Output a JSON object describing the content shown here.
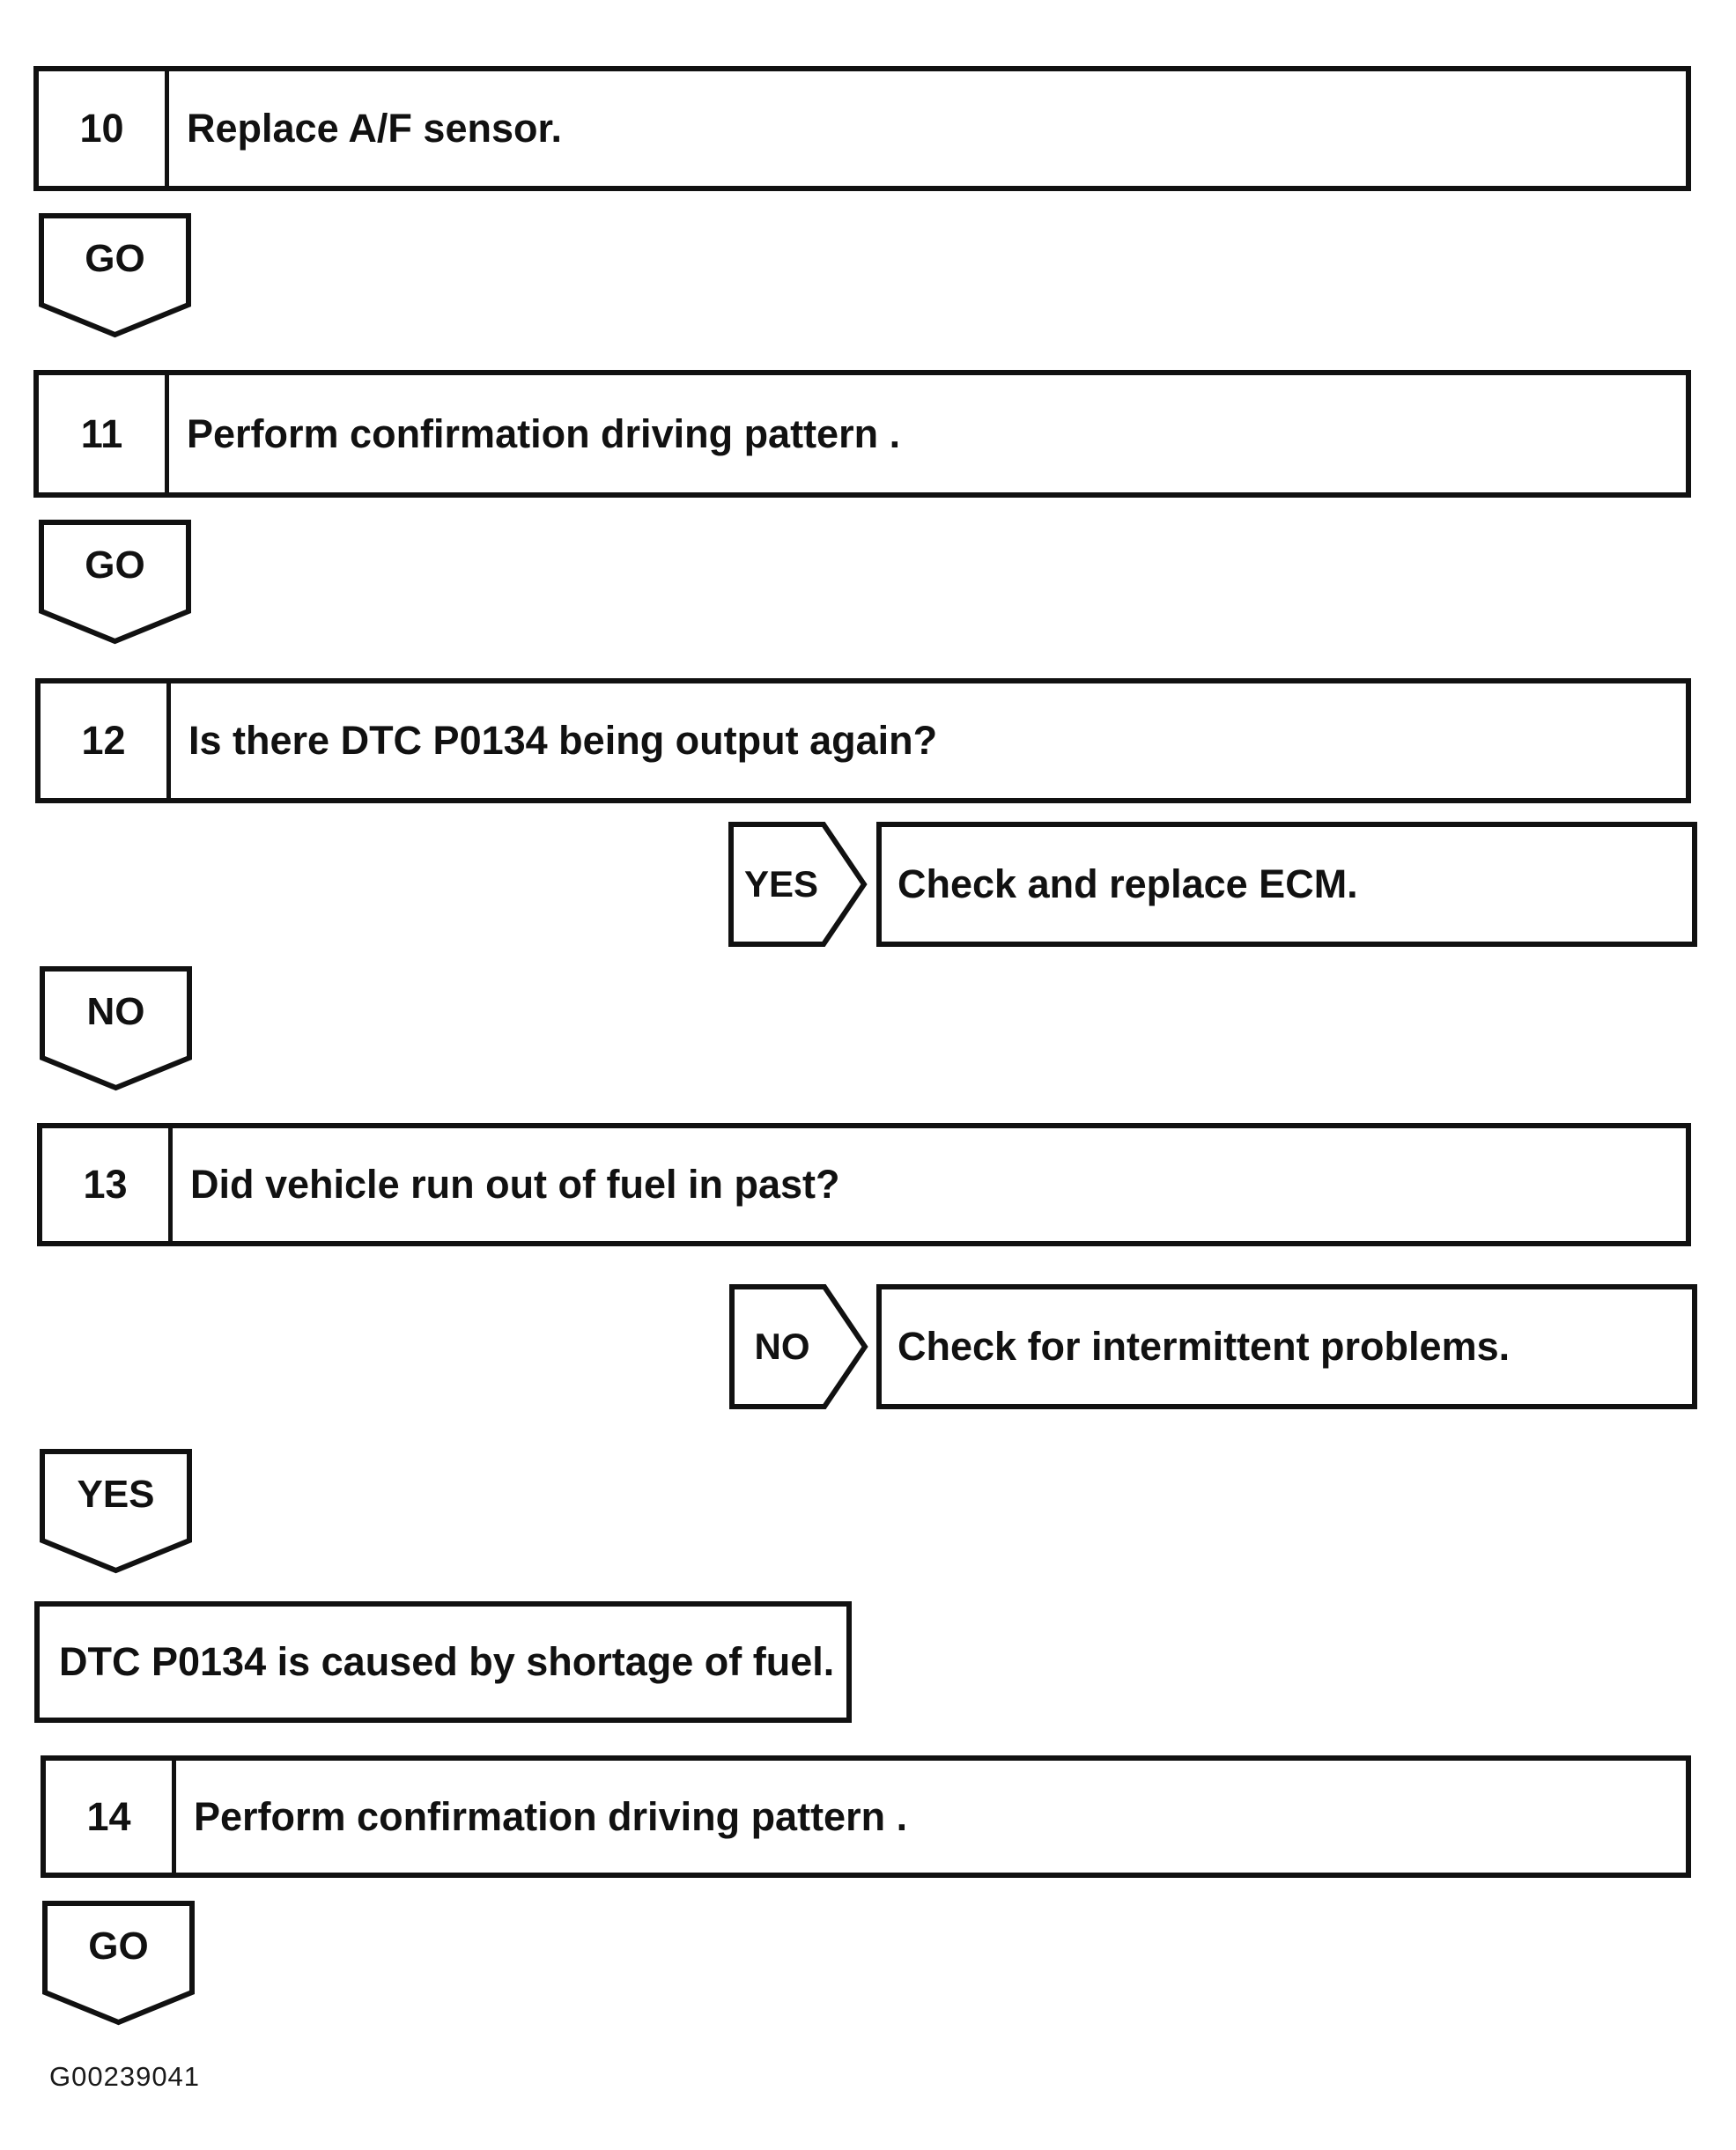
{
  "colors": {
    "ink": "#111111",
    "paper": "#ffffff"
  },
  "flow": {
    "steps": {
      "s10": {
        "num": "10",
        "label": "Replace A/F sensor."
      },
      "s11": {
        "num": "11",
        "label": "Perform confirmation driving pattern ."
      },
      "s12": {
        "num": "12",
        "label": "Is there DTC P0134 being output again?"
      },
      "s13": {
        "num": "13",
        "label": "Did vehicle run out of fuel in past?"
      },
      "s14": {
        "num": "14",
        "label": "Perform confirmation driving pattern ."
      }
    },
    "connectors": {
      "go1": "GO",
      "go2": "GO",
      "go3": "GO",
      "yes1": "YES",
      "yes2": "YES",
      "no1": "NO",
      "no2": "NO"
    },
    "results": {
      "ecm": "Check and replace ECM.",
      "intermittent": "Check for intermittent problems.",
      "fuel_shortage": "DTC P0134 is caused by shortage of fuel."
    },
    "caption": "G00239041"
  }
}
